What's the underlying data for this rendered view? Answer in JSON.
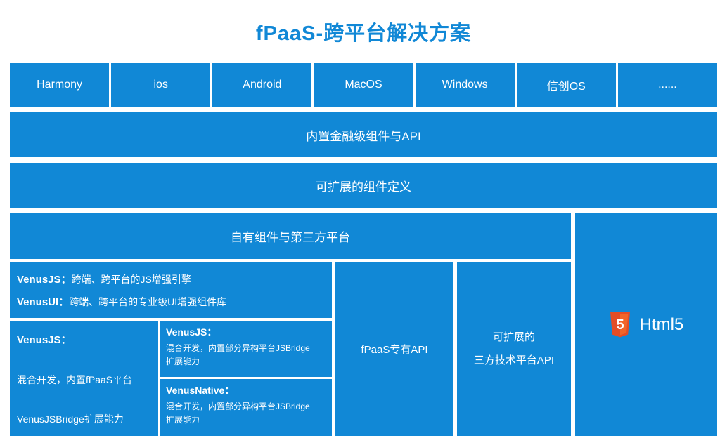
{
  "title": "fPaaS-跨平台解决方案",
  "platforms": [
    "Harmony",
    "ios",
    "Android",
    "MacOS",
    "Windows",
    "信创OS",
    "......"
  ],
  "bars": {
    "builtin_components": "内置金融级组件与API",
    "extensible_definition": "可扩展的组件定义"
  },
  "main": {
    "header": "自有组件与第三方平台",
    "venus_wide": {
      "line1_label": "VenusJS：",
      "line1_text": "跨端、跨平台的JS增强引擎",
      "line2_label": "VenusUI：",
      "line2_text": "跨端、跨平台的专业级UI增强组件库"
    },
    "venus_left": {
      "label": "VenusJS：",
      "line1": "混合开发，内置fPaaS平台",
      "line2": "VenusJSBridge扩展能力"
    },
    "venus_mid_top": {
      "label": "VenusJS：",
      "desc_line1": "混合开发，内置部分异构平台JSBridge",
      "desc_line2": "扩展能力"
    },
    "venus_mid_bottom": {
      "label": "VenusNative：",
      "desc_line1": "混合开发，内置部分异构平台JSBridge",
      "desc_line2": "扩展能力"
    },
    "fpaas_api": "fPaaS专有API",
    "ext_api": {
      "line1": "可扩展的",
      "line2": "三方技术平台API"
    },
    "html5_label": "Html5"
  },
  "icons": {
    "html5_logo": "html5-shield"
  },
  "colors": {
    "primary_blue": "#1188d6",
    "html5_orange_dark": "#e44d26",
    "html5_orange_light": "#f16529",
    "text_white": "#ffffff"
  }
}
